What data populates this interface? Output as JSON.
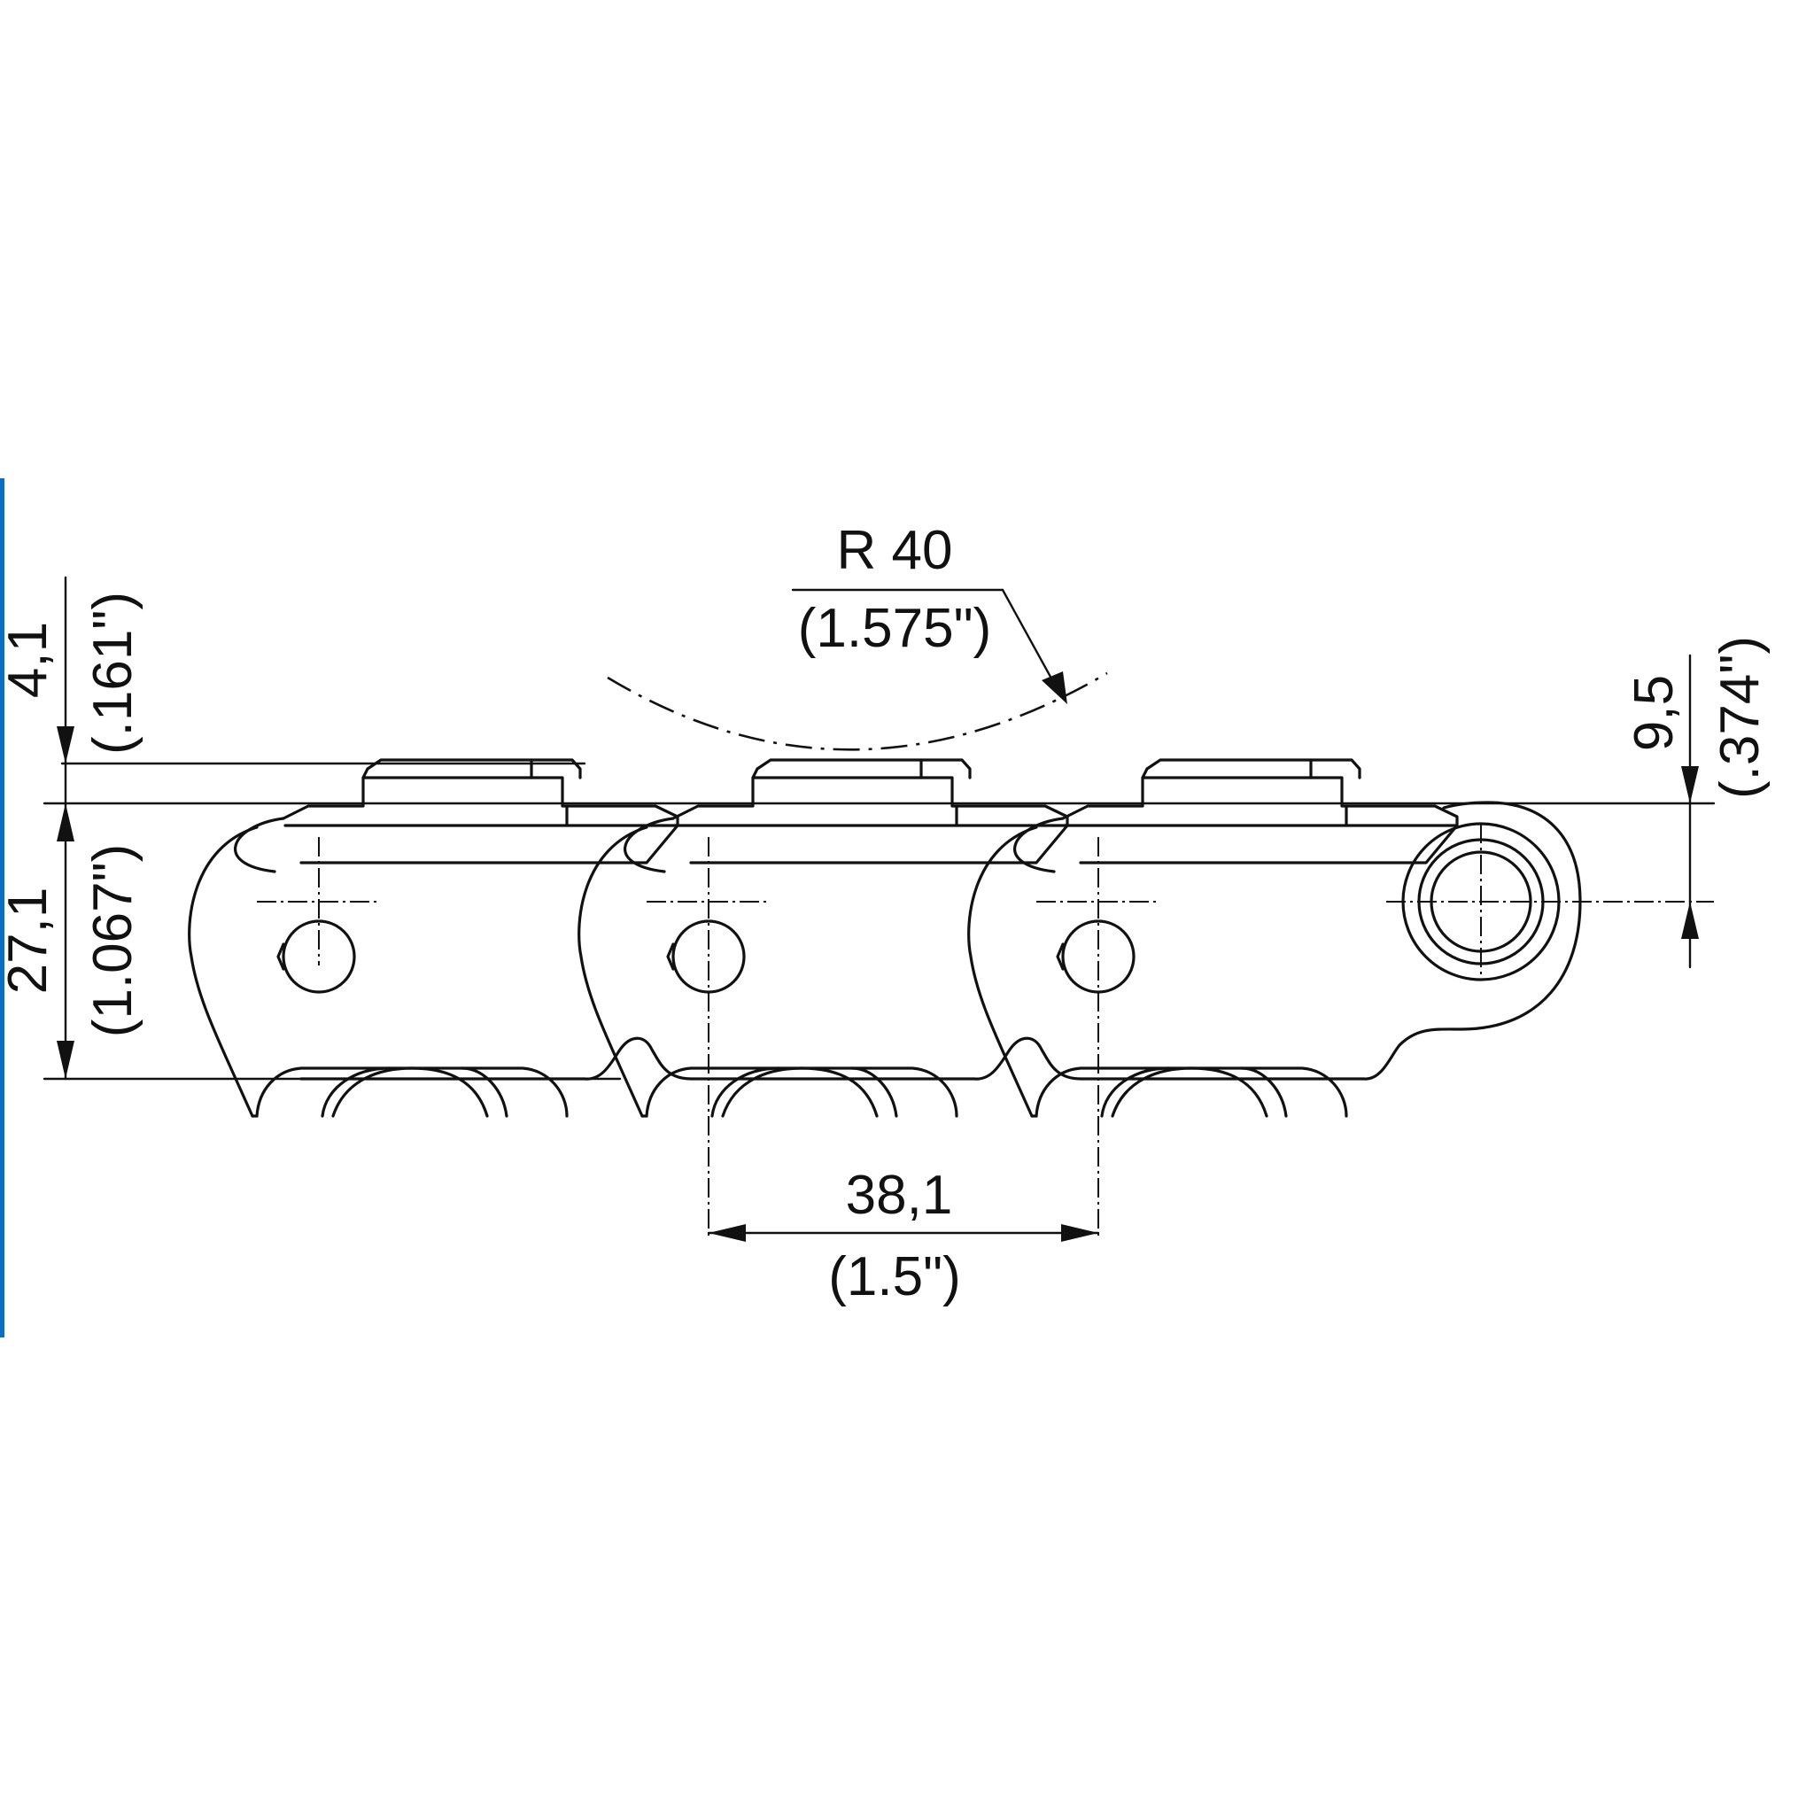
{
  "colors": {
    "line": "#111111",
    "background": "#ffffff",
    "edge_bar": "#0a6fc2"
  },
  "dimensions": {
    "radius": {
      "metric": "R 40",
      "imperial": "(1.575\")"
    },
    "top_offset": {
      "metric": "4,1",
      "imperial": "(.161\")"
    },
    "height": {
      "metric": "27,1",
      "imperial": "(1.067\")"
    },
    "pin_height": {
      "metric": "9,5",
      "imperial": "(.374\")"
    },
    "pitch": {
      "metric": "38,1",
      "imperial": "(1.5\")"
    }
  }
}
